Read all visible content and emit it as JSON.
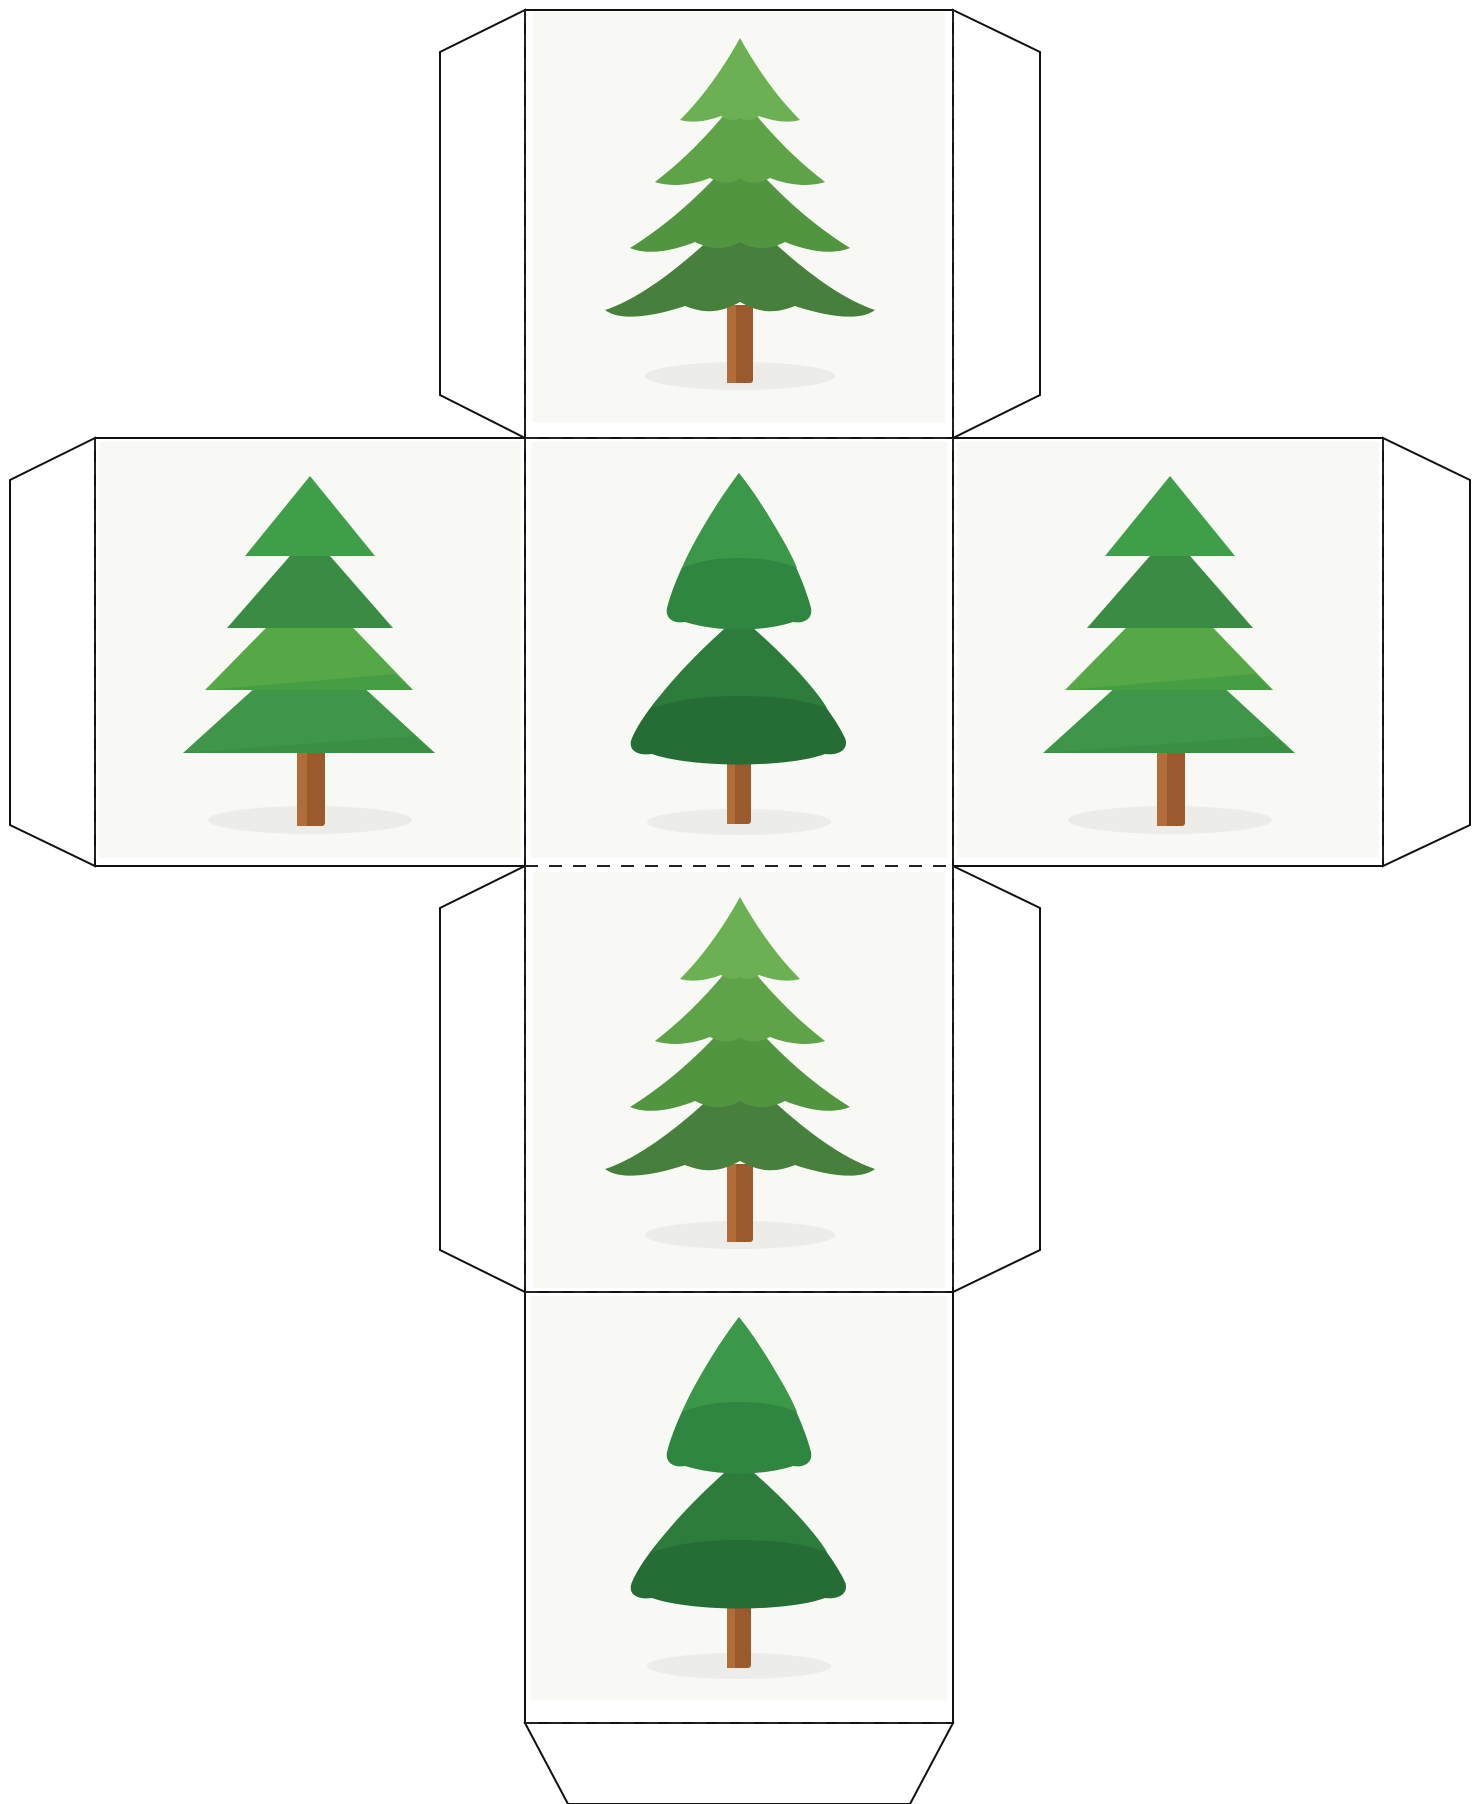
{
  "sheet": {
    "colors": {
      "page": "#ffffff",
      "face_background": "#f8f9f4",
      "cut_line": "#111111",
      "fold_line": "#222222",
      "trunk": "#9a5a2e",
      "shadow": "#ecece8"
    },
    "faces": [
      {
        "name": "face-top",
        "icon": "tiered-spruce-tree-icon"
      },
      {
        "name": "face-left",
        "icon": "triangle-pine-tree-icon"
      },
      {
        "name": "face-center",
        "icon": "rounded-fir-tree-icon"
      },
      {
        "name": "face-right",
        "icon": "triangle-pine-tree-icon"
      },
      {
        "name": "face-lower",
        "icon": "tiered-spruce-tree-icon"
      },
      {
        "name": "face-bottom",
        "icon": "rounded-fir-tree-icon"
      }
    ],
    "tree_palettes": {
      "spruce": [
        "#6bb052",
        "#5ea348",
        "#529540",
        "#477f3c"
      ],
      "triangle": [
        "#3f9e48",
        "#3a8c44",
        "#56a846",
        "#3f9548"
      ],
      "fir": [
        "#3a9848",
        "#2f8640",
        "#2b7a3b",
        "#256c35"
      ]
    }
  }
}
